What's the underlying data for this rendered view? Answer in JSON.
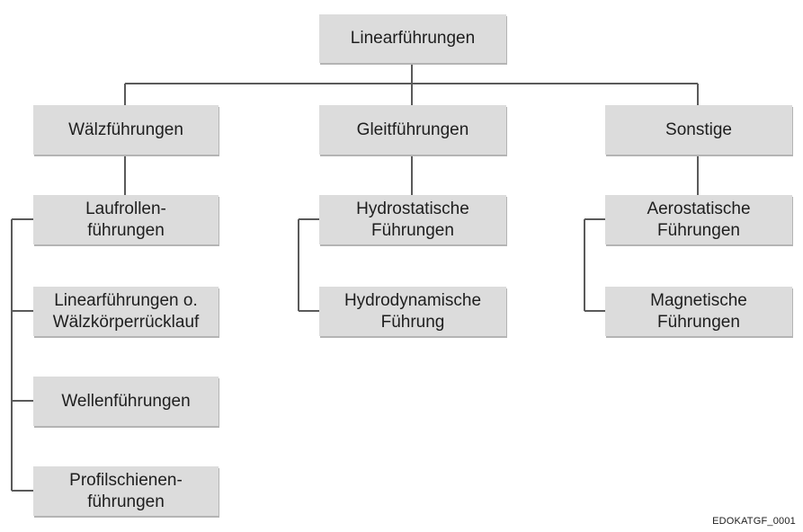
{
  "root": {
    "label": "Linearführungen"
  },
  "categories": [
    {
      "label": "Wälzführungen",
      "children": [
        "Laufrollen-\nführungen",
        "Linearführungen o.\nWälzkörperrücklauf",
        "Wellenführungen",
        "Profilschienen-\nführungen"
      ]
    },
    {
      "label": "Gleitführungen",
      "children": [
        "Hydrostatische\nFührungen",
        "Hydrodynamische\nFührung"
      ]
    },
    {
      "label": "Sonstige",
      "children": [
        "Aerostatische\nFührungen",
        "Magnetische\nFührungen"
      ]
    }
  ],
  "footer_code": "EDOKATGF_0001",
  "colors": {
    "box_fill": "#dcdcdc",
    "box_shadow": "#b4b4b4",
    "connector": "#5a5a5a",
    "text": "#1e1e1e"
  }
}
